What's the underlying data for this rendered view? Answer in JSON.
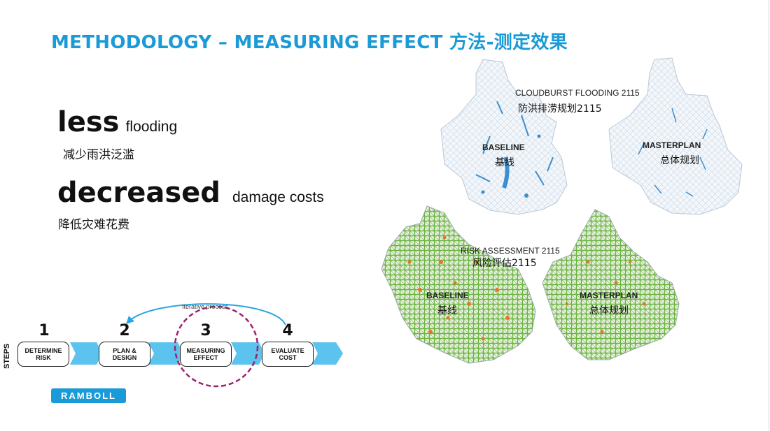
{
  "slide": {
    "title": "METHODOLOGY – MEASURING EFFECT 方法-测定效果"
  },
  "effects": [
    {
      "big": "less",
      "small": "flooding",
      "cn": "减少雨洪泛滥"
    },
    {
      "big": "decreased",
      "small": "damage costs",
      "cn": "降低灾难花费"
    }
  ],
  "maps": {
    "top_title": "CLOUDBURST FLOODING 2115",
    "top_title_cn": "防洪排涝规划2115",
    "bottom_title": "RISK ASSESSMENT 2115",
    "bottom_title_cn": "风险评估2115",
    "baseline": "BASELINE",
    "baseline_cn": "基线",
    "masterplan": "MASTERPLAN",
    "masterplan_cn": "总体规划"
  },
  "steps": {
    "label": "STEPS",
    "iterative": "Iterative process",
    "items": [
      {
        "num": "1",
        "line1": "DETERMINE",
        "line2": "RISK"
      },
      {
        "num": "2",
        "line1": "PLAN &",
        "line2": "DESIGN"
      },
      {
        "num": "3",
        "line1": "MEASURING",
        "line2": "EFFECT"
      },
      {
        "num": "4",
        "line1": "EVALUATE",
        "line2": "COST"
      }
    ]
  },
  "logo": "RAMBOLL",
  "colors": {
    "accent": "#1a9ad6",
    "arrow": "#5cc3ee",
    "highlight_circle": "#a0206e",
    "map_water": "#3a8fd0",
    "map_green": "#5aa832",
    "map_orange": "#e8742a"
  }
}
